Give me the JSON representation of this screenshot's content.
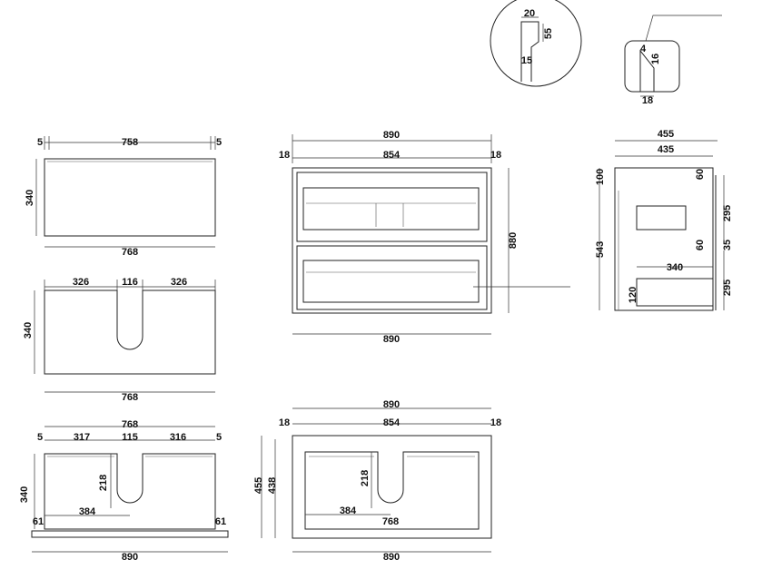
{
  "top_view": {
    "left_edge": "5",
    "width": "758",
    "right_edge": "5",
    "depth": "340",
    "overall": "768"
  },
  "cutout_view": {
    "left": "326",
    "cutout": "116",
    "right": "326",
    "depth": "340",
    "overall": "768"
  },
  "basin_view": {
    "overall_top": "768",
    "left_edge": "5",
    "left": "317",
    "cutout": "115",
    "right": "316",
    "right_edge": "5",
    "depth": "340",
    "cut_depth": "218",
    "offset": "384",
    "left_overhang": "61",
    "right_overhang": "61",
    "base_width": "890"
  },
  "front_view": {
    "overall": "890",
    "left_panel": "18",
    "inner": "854",
    "right_panel": "18",
    "height": "880",
    "bottom_width": "890"
  },
  "front_section": {
    "overall": "890",
    "left_panel": "18",
    "inner": "854",
    "right_panel": "18",
    "depth_outer": "455",
    "depth_inner": "438",
    "cut_depth": "218",
    "offset": "384",
    "inner_width": "768",
    "bottom_width": "890"
  },
  "side_view": {
    "depth_outer": "455",
    "depth_inner": "435",
    "top_rail": "100",
    "height": "543",
    "gap_top": "60",
    "drawer_top": "295",
    "gap_mid": "60",
    "mid_rail": "35",
    "drawer_depth": "340",
    "drawer_inner": "120",
    "drawer_bottom": "295"
  },
  "detail_circle": {
    "width": "20",
    "height": "55",
    "thickness": "15"
  },
  "detail_box": {
    "chamfer": "4",
    "bevel": "16",
    "thickness": "18"
  }
}
